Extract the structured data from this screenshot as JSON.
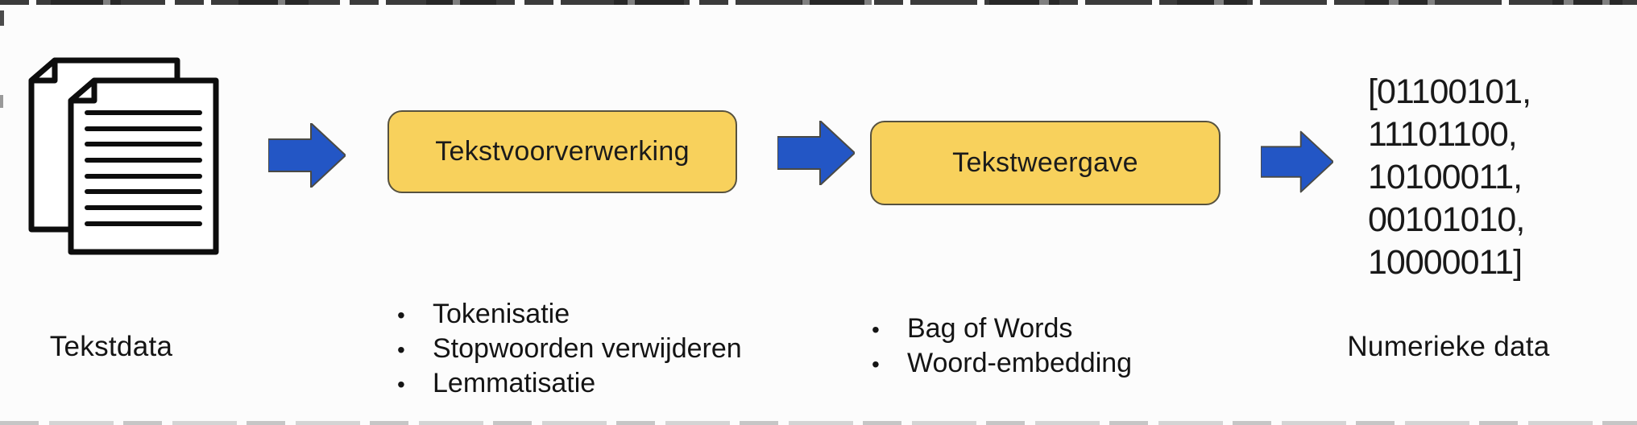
{
  "pipeline": {
    "input": {
      "label": "Tekstdata",
      "icon": "documents-icon"
    },
    "stages": [
      {
        "title": "Tekstvoorverwerking",
        "bullets": [
          "Tokenisatie",
          "Stopwoorden verwijderen",
          "Lemmatisatie"
        ]
      },
      {
        "title": "Tekstweergave",
        "bullets": [
          "Bag of Words",
          "Woord-embedding"
        ]
      }
    ],
    "output": {
      "label": "Numerieke data",
      "binary_lines": [
        "[01100101,",
        "11101100,",
        "10100011,",
        "00101010,",
        "10000011]"
      ]
    }
  },
  "ui": {
    "bullet_glyph": "•"
  },
  "colors": {
    "background": "#FCFCFC",
    "box_fill": "#F8D15C",
    "box_border": "#57523F",
    "arrow_blue": "#2356C5",
    "arrow_edge": "#4A4A45",
    "text": "#161616",
    "icon_stroke": "#0D0D0D"
  }
}
